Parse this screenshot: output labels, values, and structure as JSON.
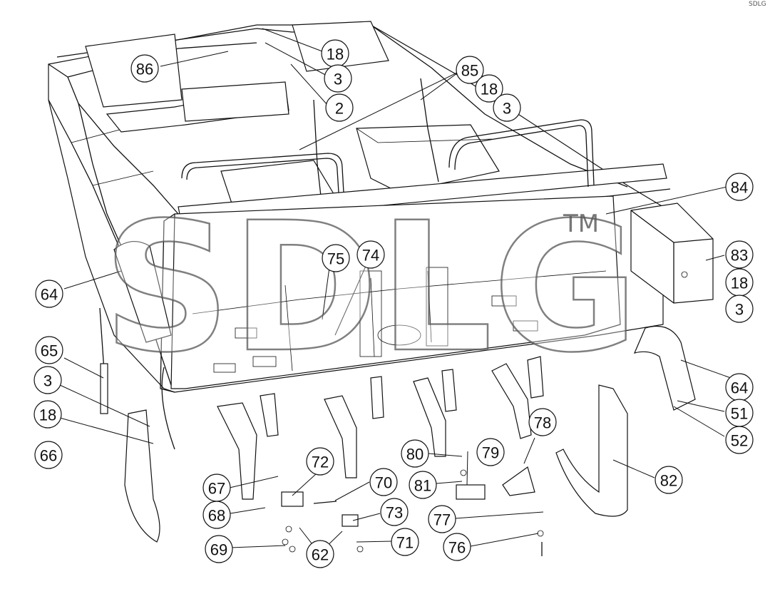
{
  "drawing": {
    "callouts": [
      "86",
      "18",
      "3",
      "2",
      "85",
      "18",
      "3",
      "84",
      "83",
      "18",
      "3",
      "75",
      "74",
      "64",
      "65",
      "3",
      "18",
      "66",
      "64",
      "51",
      "52",
      "82",
      "78",
      "80",
      "79",
      "72",
      "81",
      "70",
      "67",
      "68",
      "73",
      "77",
      "71",
      "69",
      "62",
      "76"
    ],
    "watermark": {
      "text": "SDLG",
      "mark": "TM"
    },
    "corner_mark": "SDLG"
  }
}
